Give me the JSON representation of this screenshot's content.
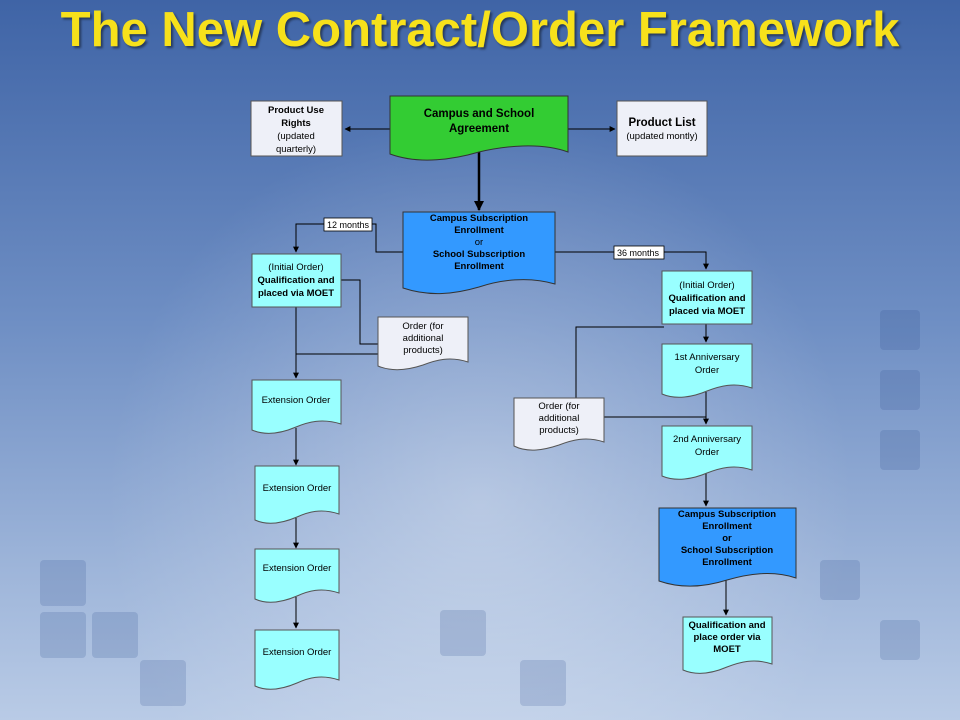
{
  "title": "The New Contract/Order Framework",
  "colors": {
    "green": "#33cc33",
    "blue": "#3399ff",
    "cyan": "#99ffff",
    "light": "#eef0f8",
    "title": "#f7e11b"
  },
  "nodes": {
    "use_rights": {
      "l1": "Product Use",
      "l2": "Rights",
      "l3": "(updated",
      "l4": "quarterly)"
    },
    "agreement": {
      "l1": "Campus and School",
      "l2": "Agreement"
    },
    "product_list": {
      "l1": "Product List",
      "l2": "(updated montly)"
    },
    "enroll_top": {
      "l1": "Campus Subscription",
      "l2": "Enrollment",
      "l3": "or",
      "l4": "School Subscription",
      "l5": "Enrollment"
    },
    "left_initial": {
      "l1": "(Initial Order)",
      "l2": "Qualification and",
      "l3": "placed via MOET"
    },
    "left_additional": {
      "l1": "Order (for",
      "l2": "additional",
      "l3": "products)"
    },
    "ext1": {
      "l1": "Extension Order"
    },
    "ext2": {
      "l1": "Extension Order"
    },
    "ext3": {
      "l1": "Extension Order"
    },
    "ext4": {
      "l1": "Extension Order"
    },
    "right_initial": {
      "l1": "(Initial Order)",
      "l2": "Qualification and",
      "l3": "placed via MOET"
    },
    "anniv1": {
      "l1": "1st Anniversary",
      "l2": "Order"
    },
    "right_additional": {
      "l1": "Order (for",
      "l2": "additional",
      "l3": "products)"
    },
    "anniv2": {
      "l1": "2nd Anniversary",
      "l2": "Order"
    },
    "enroll_bottom": {
      "l1": "Campus Subscription",
      "l2": "Enrollment",
      "l3": "or",
      "l4": "School Subscription",
      "l5": "Enrollment"
    },
    "final": {
      "l1": "Qualification and",
      "l2": "place order via",
      "l3": "MOET"
    }
  },
  "labels": {
    "twelve_months": "12 months",
    "thirtysix_months": "36 months"
  }
}
